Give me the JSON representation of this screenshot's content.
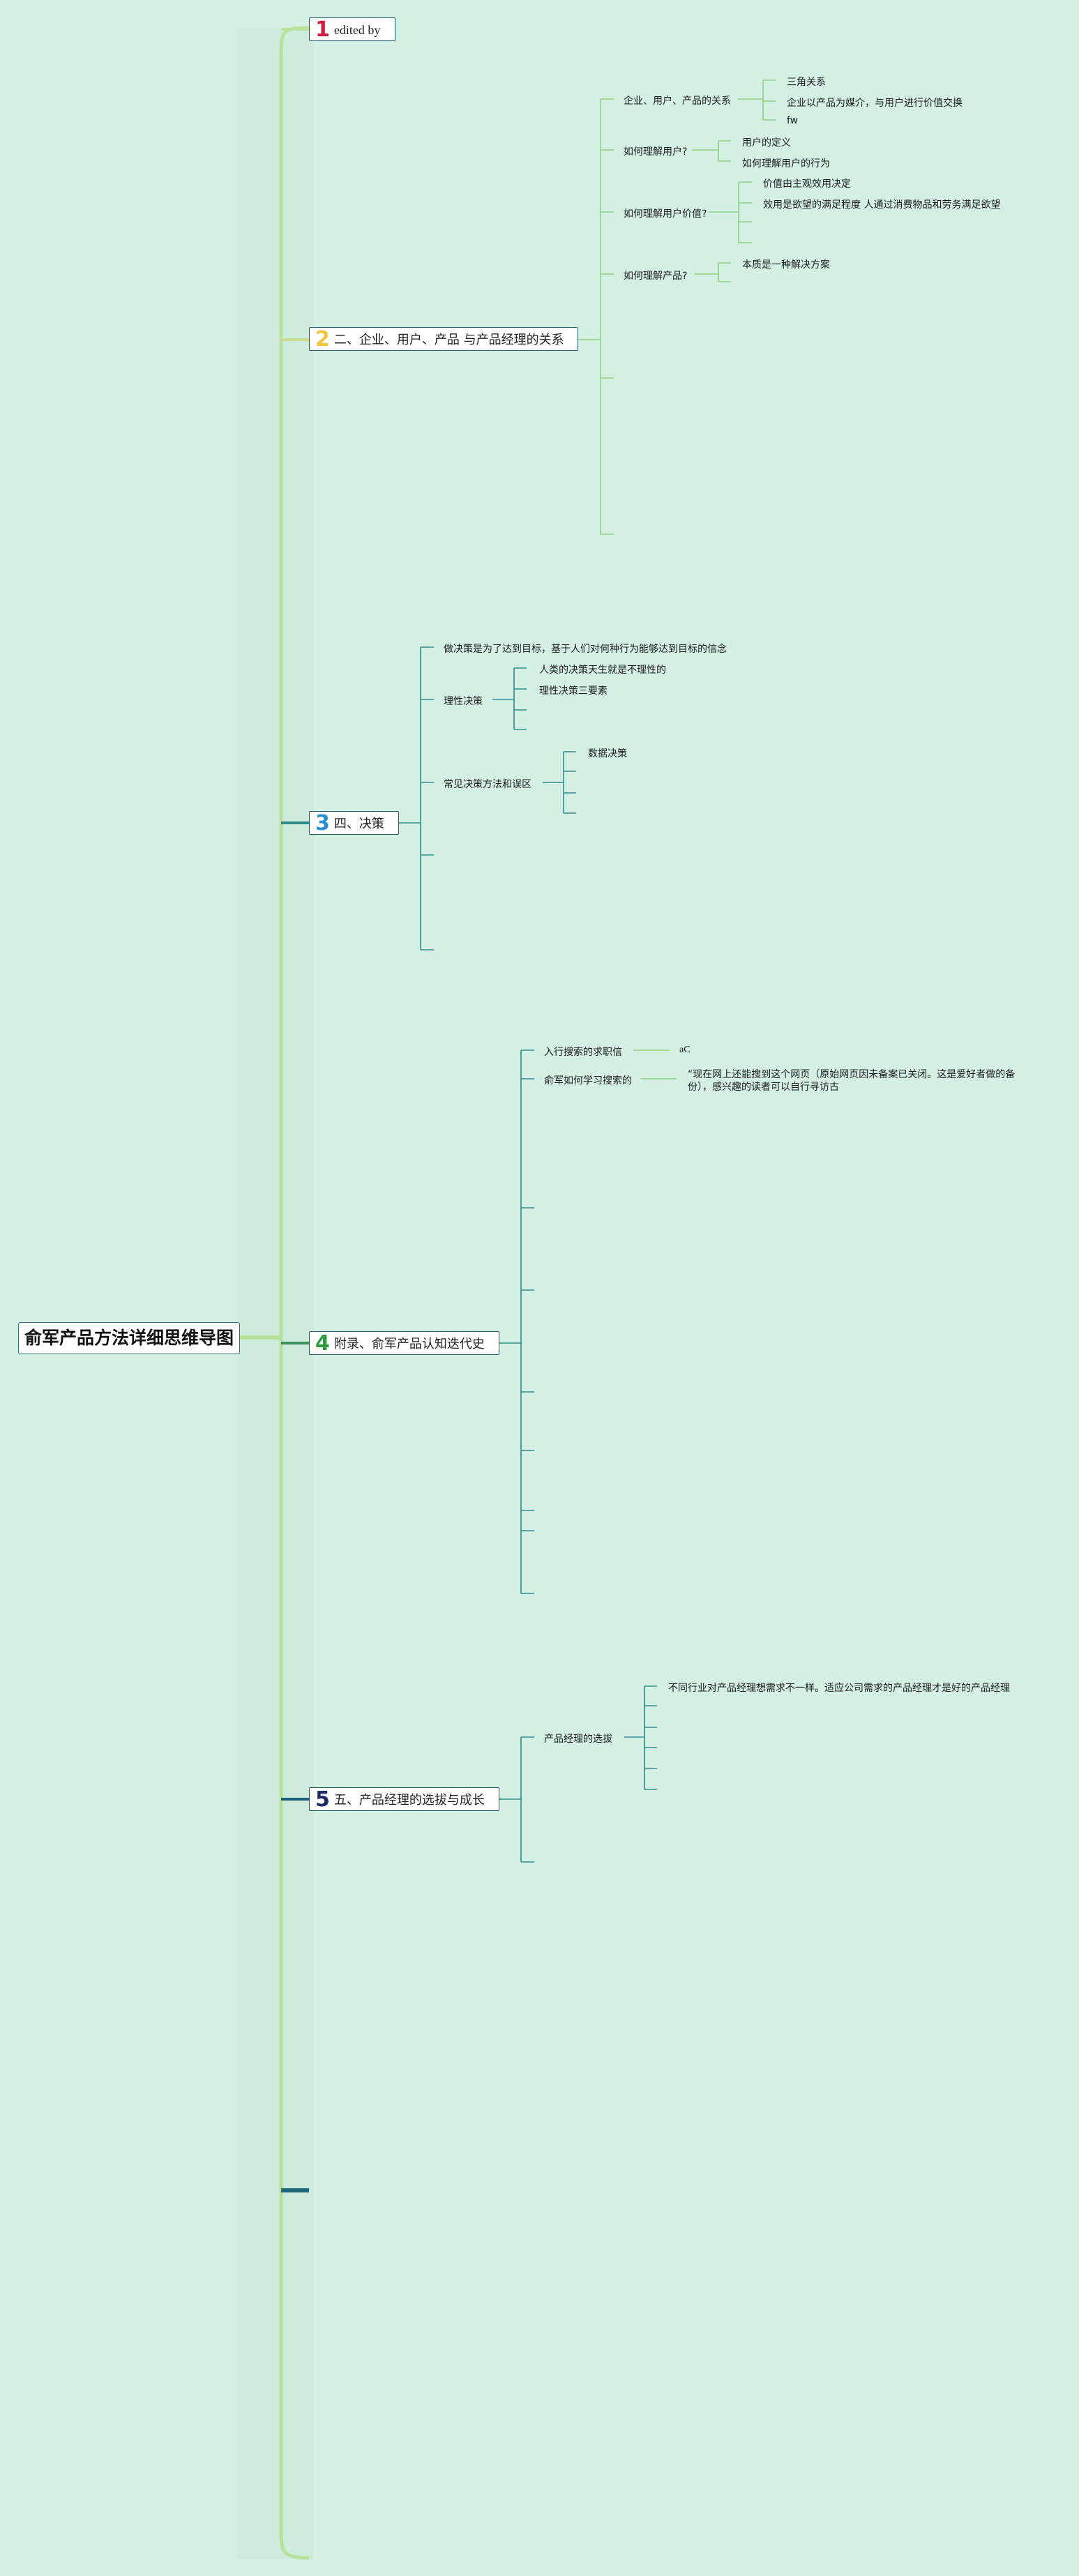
{
  "colors": {
    "background": "#d4f0e4",
    "trunk": "#b8e29a",
    "branch_line": "#3f8e7a",
    "sub_line_green": "#8fd07c",
    "sub_line_teal": "#2f8a8a",
    "num1": "#d01d3c",
    "num2": "#f2c33b",
    "num3": "#2a8fcf",
    "num4": "#2a9a3a",
    "num5": "#1c2a6a"
  },
  "root": {
    "title": "俞军产品方法详细思维导图"
  },
  "branches": [
    {
      "num": "1",
      "label": "edited by"
    },
    {
      "num": "2",
      "label": "二、企业、用户、产品 与产品经理的关系"
    },
    {
      "num": "3",
      "label": "四、决策"
    },
    {
      "num": "4",
      "label": "附录、俞军产品认知迭代史"
    },
    {
      "num": "5",
      "label": "五、产品经理的选拔与成长"
    }
  ],
  "b2": {
    "subs": [
      "企业、用户、产品的关系",
      "如何理解用户?",
      "如何理解用户价值?",
      "如何理解产品?"
    ],
    "s1_leaves": [
      "三角关系",
      "企业以产品为媒介，与用户进行价值交换",
      "fw"
    ],
    "s2_leaves": [
      "用户的定义",
      "如何理解用户的行为"
    ],
    "s3_leaves": [
      "价值由主观效用决定",
      "效用是欲望的满足程度 人通过消费物品和劳务满足欲望"
    ],
    "s4_leaves": [
      "本质是一种解决方案"
    ]
  },
  "b3": {
    "leaf0": "做决策是为了达到目标，基于人们对何种行为能够达到目标的信念",
    "subs": [
      "理性决策",
      "常见决策方法和误区"
    ],
    "s1_leaves": [
      "人类的决策天生就是不理性的",
      "理性决策三要素"
    ],
    "s2_leaves": [
      "数据决策"
    ]
  },
  "b4": {
    "subs": [
      "入行搜索的求职信",
      "俞军如何学习搜索的"
    ],
    "s1_leaves": [
      "aC"
    ],
    "s2_leaves": [
      "“现在网上还能搜到这个网页（原始网页因未备案已关闭。这是爱好者做的备",
      "份），感兴趣的读者可以自行寻访古"
    ]
  },
  "b5": {
    "subs": [
      "产品经理的选拔"
    ],
    "s1_leaves": [
      "不同行业对产品经理想需求不一样。适应公司需求的产品经理才是好的产品经理"
    ]
  }
}
